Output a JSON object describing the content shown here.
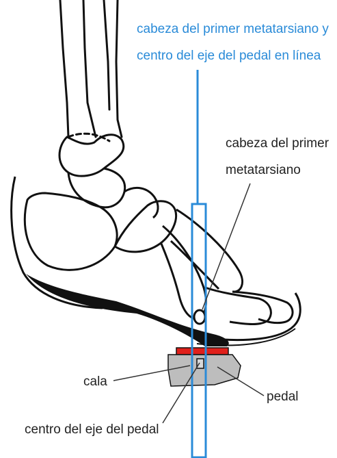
{
  "labels": {
    "header_line1": "cabeza del primer metatarsiano y",
    "header_line2": "centro del eje del pedal en línea",
    "met_head_line1": "cabeza del primer",
    "met_head_line2": "metatarsiano",
    "cleat": "cala",
    "pedal": "pedal",
    "axle_center": "centro del eje del pedal"
  },
  "colors": {
    "accent_blue": "#2a8bd8",
    "cleat_red": "#e0201b",
    "pedal_gray": "#bdbdbd",
    "ink": "#111111"
  }
}
